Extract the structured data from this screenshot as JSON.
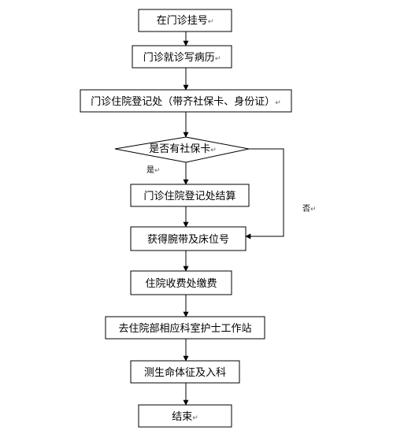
{
  "nodes": {
    "register": {
      "label": "在门诊挂号"
    },
    "consult": {
      "label": "门诊就诊写病历"
    },
    "admission_office": {
      "label": "门诊住院登记处（带齐社保卡、身份证）"
    },
    "decision": {
      "label": "是否有社保卡"
    },
    "settlement": {
      "label": "门诊住院登记处结算"
    },
    "wristband": {
      "label": "获得腕带及床位号"
    },
    "payment": {
      "label": "住院收费处缴费"
    },
    "nurse_station": {
      "label": "去住院部相应科室护士工作站"
    },
    "vitals": {
      "label": "测生命体征及入科"
    },
    "end": {
      "label": "结束"
    }
  },
  "branches": {
    "yes": "是",
    "no": "否"
  },
  "marks": {
    "return_mark": "↵"
  }
}
